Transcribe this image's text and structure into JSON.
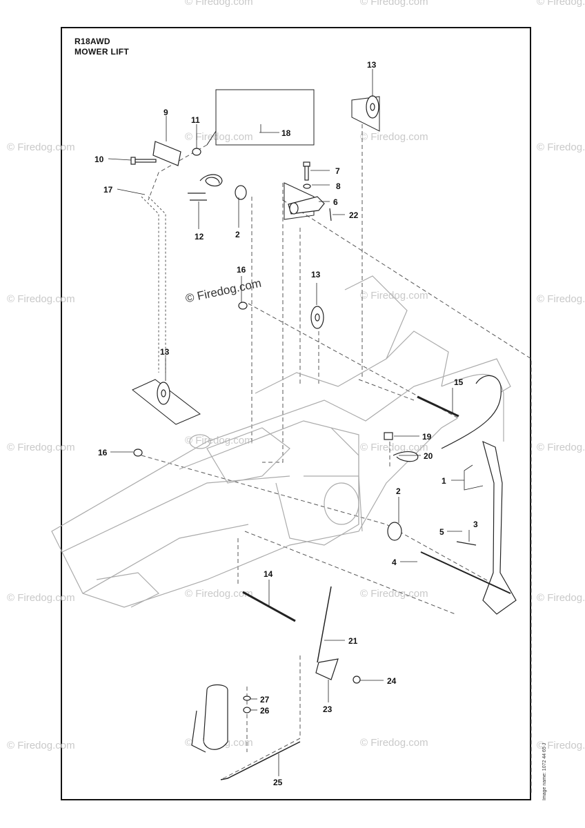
{
  "title": {
    "model": "R18AWD",
    "section": "MOWER LIFT"
  },
  "watermark": {
    "main": "© Firedog.com",
    "repeat": "© Firedog.com"
  },
  "image_number": "Image name: 1072 44 65 J",
  "callouts": [
    "1",
    "2",
    "2",
    "3",
    "4",
    "5",
    "6",
    "7",
    "8",
    "9",
    "10",
    "11",
    "12",
    "13",
    "13",
    "13",
    "14",
    "15",
    "16",
    "16",
    "17",
    "18",
    "19",
    "20",
    "21",
    "22",
    "23",
    "24",
    "25",
    "26",
    "27"
  ],
  "parts": {
    "p1": "1",
    "p2a": "2",
    "p2b": "2",
    "p3": "3",
    "p4": "4",
    "p5": "5",
    "p6": "6",
    "p7": "7",
    "p8": "8",
    "p9": "9",
    "p10": "10",
    "p11": "11",
    "p12": "12",
    "p13a": "13",
    "p13b": "13",
    "p13c": "13",
    "p14": "14",
    "p15": "15",
    "p16a": "16",
    "p16b": "16",
    "p17": "17",
    "p18": "18",
    "p19": "19",
    "p20": "20",
    "p21": "21",
    "p22": "22",
    "p23": "23",
    "p24": "24",
    "p25": "25",
    "p26": "26",
    "p27": "27"
  },
  "colors": {
    "ink": "#111111",
    "frame_line": "#9a9a9a",
    "watermark": "#c9c9c9"
  }
}
